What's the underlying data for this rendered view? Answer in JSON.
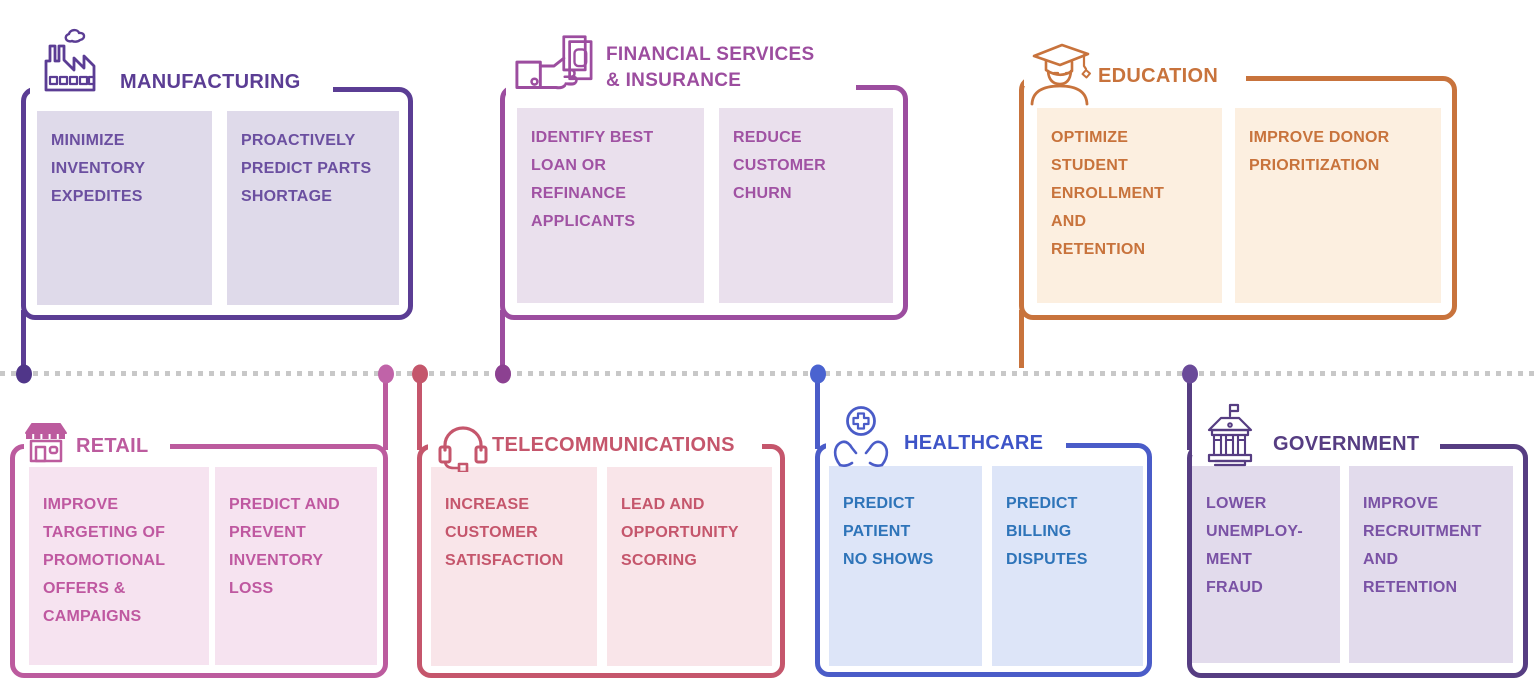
{
  "title": "Industry predictive analytics use cases",
  "timeline": {
    "dash_color": "#c8c8c8"
  },
  "industries": [
    {
      "id": "manufacturing",
      "label": "MANUFACTURING",
      "icon": "factory-icon",
      "colors": {
        "border": "#5b3d94",
        "title": "#5b3d94",
        "card_bg": "#dfdaea",
        "card_text": "#6b4fa0",
        "dot": "#503689"
      },
      "use_cases": [
        "MINIMIZE\nINVENTORY\nEXPEDITES",
        "PROACTIVELY\nPREDICT PARTS\nSHORTAGE"
      ]
    },
    {
      "id": "financial-services-insurance",
      "label": "FINANCIAL SERVICES\n& INSURANCE",
      "icon": "money-hand-icon",
      "colors": {
        "border": "#9c4d9f",
        "title": "#9c4d9f",
        "card_bg": "#eae0ed",
        "card_text": "#a052a3",
        "dot": "#8c4191"
      },
      "use_cases": [
        "IDENTIFY BEST\nLOAN OR\nREFINANCE\nAPPLICANTS",
        "REDUCE\nCUSTOMER\nCHURN"
      ]
    },
    {
      "id": "education",
      "label": "EDUCATION",
      "icon": "graduate-icon",
      "colors": {
        "border": "#c8733c",
        "title": "#c8733c",
        "card_bg": "#fcefe0",
        "card_text": "#c8733c"
      },
      "use_cases": [
        "OPTIMIZE\nSTUDENT\nENROLLMENT\nAND\nRETENTION",
        "IMPROVE DONOR\nPRIORITIZATION"
      ]
    },
    {
      "id": "retail",
      "label": "RETAIL",
      "icon": "storefront-icon",
      "colors": {
        "border": "#bc5b9e",
        "title": "#bc5b9e",
        "card_bg": "#f6e3f0",
        "card_text": "#bf58a0",
        "dot": "#c063a8"
      },
      "use_cases": [
        "IMPROVE\nTARGETING OF\nPROMOTIONAL\nOFFERS &\nCAMPAIGNS",
        "PREDICT AND\nPREVENT\nINVENTORY\nLOSS"
      ]
    },
    {
      "id": "telecommunications",
      "label": "TELECOMMUNICATIONS",
      "icon": "headset-icon",
      "colors": {
        "border": "#c5566c",
        "title": "#c5566c",
        "card_bg": "#f9e5e9",
        "card_text": "#c5566c",
        "dot": "#c4566b"
      },
      "use_cases": [
        "INCREASE\nCUSTOMER\nSATISFACTION",
        "LEAD AND\nOPPORTUNITY\nSCORING"
      ]
    },
    {
      "id": "healthcare",
      "label": "HEALTHCARE",
      "icon": "hands-medical-cross-icon",
      "colors": {
        "border": "#4a5cc8",
        "title": "#3e54c7",
        "card_bg": "#dde5f8",
        "card_text": "#2e74b9",
        "dot": "#4a63d0"
      },
      "use_cases": [
        "PREDICT\nPATIENT\nNO SHOWS",
        "PREDICT\nBILLING\nDISPUTES"
      ]
    },
    {
      "id": "government",
      "label": "GOVERNMENT",
      "icon": "government-building-icon",
      "colors": {
        "border": "#563d82",
        "title": "#563d82",
        "card_bg": "#e2dbec",
        "card_text": "#7a52a5",
        "dot": "#6a4a99"
      },
      "use_cases": [
        "LOWER\nUNEMPLOY-\nMENT\nFRAUD",
        "IMPROVE\nRECRUITMENT\nAND\nRETENTION"
      ]
    }
  ]
}
